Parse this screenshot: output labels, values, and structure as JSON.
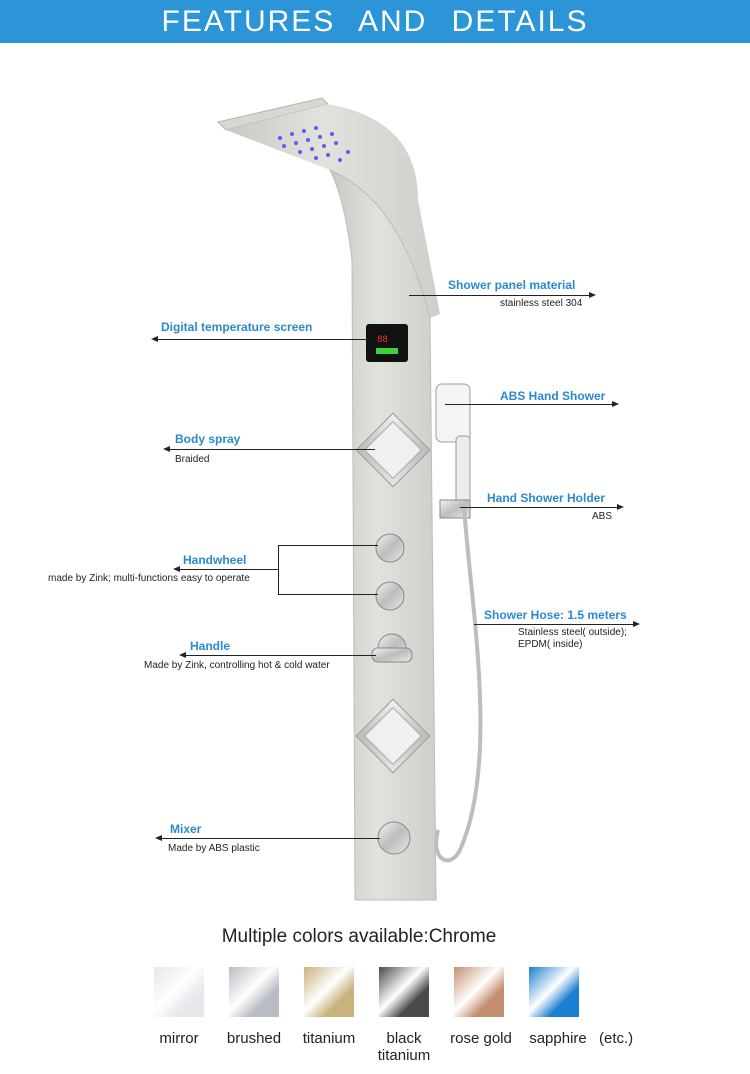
{
  "banner": {
    "title": "FEATURES AND DETAILS"
  },
  "callouts": {
    "panel_material": {
      "title": "Shower panel material",
      "sub": "stainless steel 304"
    },
    "digital_screen": {
      "title": "Digital temperature screen"
    },
    "abs_hand_shower": {
      "title": "ABS Hand Shower"
    },
    "body_spray": {
      "title": "Body spray",
      "sub": "Braided"
    },
    "hand_shower_holder": {
      "title": "Hand Shower Holder",
      "sub": "ABS"
    },
    "handwheel": {
      "title": "Handwheel",
      "sub": "made by Zink;  multi-functions easy to operate"
    },
    "shower_hose": {
      "title": "Shower Hose: 1.5 meters",
      "sub1": "Stainless steel( outside);",
      "sub2": "EPDM( inside)"
    },
    "handle": {
      "title": "Handle",
      "sub": "Made by Zink, controlling hot & cold water"
    },
    "mixer": {
      "title": "Mixer",
      "sub": "Made by ABS plastic"
    }
  },
  "colors_section": {
    "title": "Multiple colors available:Chrome",
    "options": [
      {
        "line1": "mirror",
        "line2": "",
        "color": "#e6e8ec"
      },
      {
        "line1": "brushed",
        "line2": "",
        "color": "#b8bcc4"
      },
      {
        "line1": "titanium",
        "line2": "",
        "color": "#c9b27c"
      },
      {
        "line1": "black",
        "line2": "titanium",
        "color": "#4a4a4c"
      },
      {
        "line1": "rose gold",
        "line2": "",
        "color": "#c49070"
      },
      {
        "line1": "sapphire",
        "line2": "",
        "color": "#1a7fd0"
      }
    ],
    "etc": "(etc.)"
  },
  "accent_color": "#2b95d8"
}
